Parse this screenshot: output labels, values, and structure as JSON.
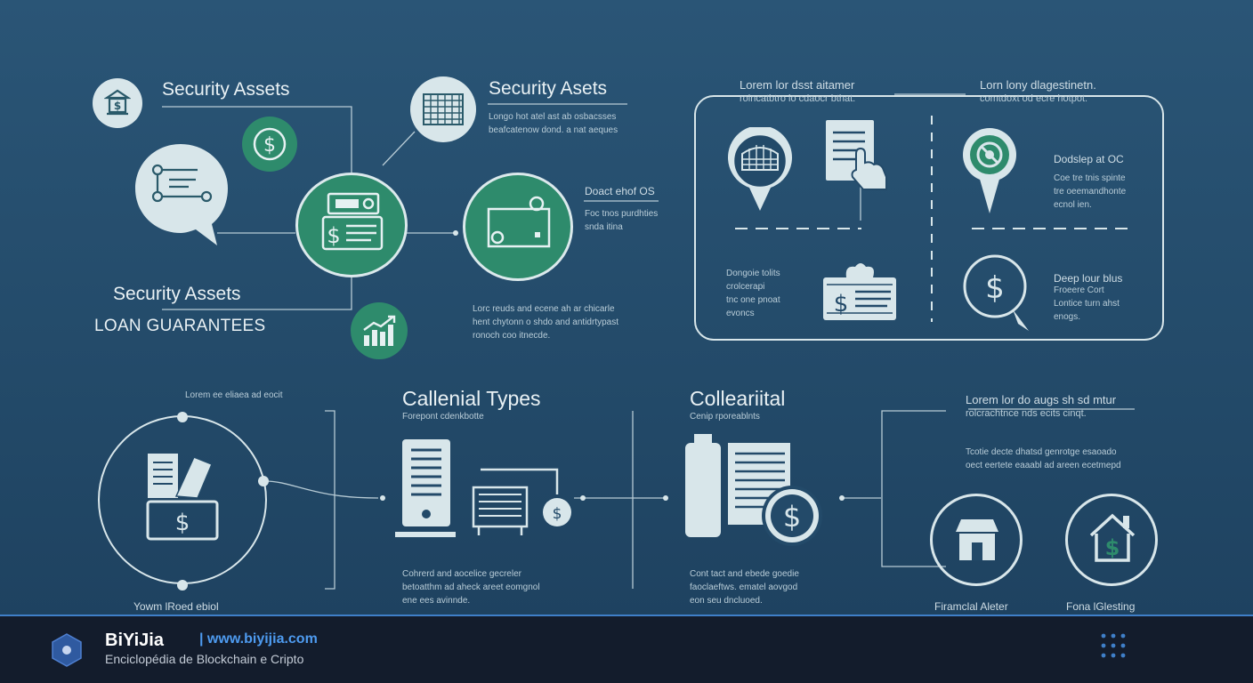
{
  "left_cluster": {
    "title_top": "Security Assets",
    "title_bottom": "Security Assets",
    "subtitle_bottom": "LOAN GUARANTEES"
  },
  "mid_cluster": {
    "title": "Security Asets",
    "text_top": [
      "Longo hot atel ast ab osbacsses",
      "beafcatenow dond. a nat aeques"
    ],
    "card_title": "Doact ehof OS",
    "card_text": [
      "Foc tnos purdhties",
      "snda itina"
    ],
    "text_bottom": [
      "Lorc reuds and ecene ah ar chicarle",
      "hent chytonn o shdo and antidrtypast",
      "ronoch coo itnecde."
    ]
  },
  "panel": {
    "heading_left": [
      "Lorem lor dsst aitamer",
      "rolncatbtro io cdaocr bthat."
    ],
    "heading_right": [
      "Lorn lony dlagestinetn.",
      "comtdoxt od ecre hotpot."
    ],
    "item_top_right": {
      "title": "Dodslep at OC",
      "text": [
        "Coe tre tnis spinte",
        "tre oeemandhonte",
        "ecnol ien."
      ]
    },
    "item_bottom_left": [
      "Dongoie tolits",
      "crolcerapi",
      "tnc one pnoat",
      "evoncs"
    ],
    "item_bottom_right": {
      "title": "Deep lour blus",
      "text": [
        "Froeere Cort",
        "Lontice turn ahst",
        "enogs."
      ]
    }
  },
  "bottom": {
    "left_text": "Lorem ee eliaea ad eocit",
    "left_caption": "Yowm lRoed ebiol",
    "types_title": "Callenial Types",
    "types_sub": "Forepont cdenkbotte",
    "types_text": [
      "Cohrerd and aocelice gecreler",
      "betoatthm ad aheck areet eomgnol",
      "ene ees avinnde."
    ],
    "coll_title": "Colleariital",
    "coll_sub": "Cenip rporeablnts",
    "coll_text": [
      "Cont tact and ebede goedie",
      "faoclaeftws. ematel aovgod",
      "eon seu dncluoed."
    ],
    "right_heading": [
      "Lorem lor do augs sh sd mtur",
      "rolcrachtnce nds ecits cinqt."
    ],
    "right_text": [
      "Tcotie decte dhatsd genrotge esaoado",
      "oect eertete eaaabl ad areen ecetmepd"
    ],
    "caption_financial": "Firamclal Aleter",
    "caption_home": "Fona lGlesting"
  },
  "footer": {
    "brand": "BiYiJia",
    "url": "| www.biyijia.com",
    "tagline": "Enciclopédia de Blockchain e Cripto"
  },
  "icons": {
    "bank": "bank-icon",
    "dollar": "dollar-coin-icon",
    "network": "network-icon",
    "wallet": "wallet-icon",
    "grid": "grid-icon",
    "device": "device-icon",
    "growth": "growth-chart-icon",
    "document": "document-hand-icon",
    "nosign": "no-sign-icon",
    "money": "money-stack-icon",
    "search": "search-dollar-icon",
    "building": "building-icon",
    "house": "house-dollar-icon",
    "grid-logo": "dots-grid-icon"
  },
  "colors": {
    "background": "#234a69",
    "accent_green": "#2e8b6c",
    "light": "#d8e6ea",
    "footer_bg": "#131c2c",
    "link": "#4e9bf0"
  }
}
